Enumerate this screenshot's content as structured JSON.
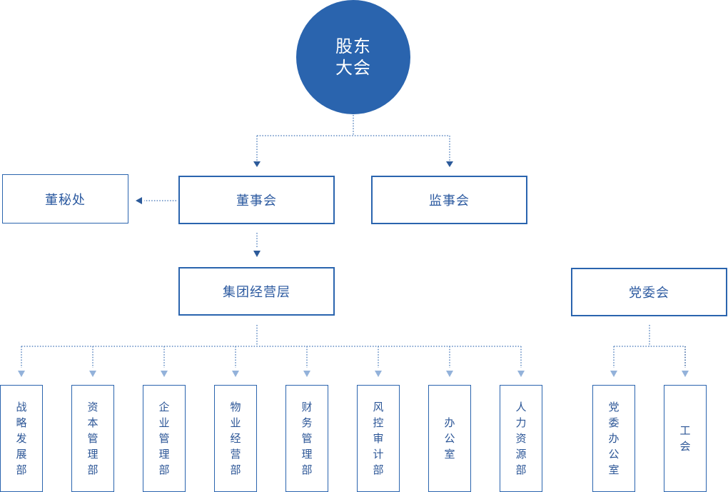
{
  "shareholders": {
    "line1": "股东",
    "line2": "大会"
  },
  "board": {
    "label": "董事会"
  },
  "supervisors": {
    "label": "监事会"
  },
  "board_secretary": {
    "label": "董秘处"
  },
  "management": {
    "label": "集团经营层"
  },
  "party_committee": {
    "label": "党委会"
  },
  "departments": [
    {
      "label": "战略发展部"
    },
    {
      "label": "资本管理部"
    },
    {
      "label": "企业管理部"
    },
    {
      "label": "物业经营部"
    },
    {
      "label": "财务管理部"
    },
    {
      "label": "风控审计部"
    },
    {
      "label": "办公室"
    },
    {
      "label": "人力资源部"
    }
  ],
  "party_departments": [
    {
      "label": "党委办公室"
    },
    {
      "label": "工会"
    }
  ],
  "colors": {
    "primary": "#2a64ae",
    "text": "#2c5aa0",
    "dept_text": "#2b5596",
    "line": "#5a86c0",
    "arrow_dark": "#2c5a9a",
    "arrow_light": "#93b2da"
  }
}
